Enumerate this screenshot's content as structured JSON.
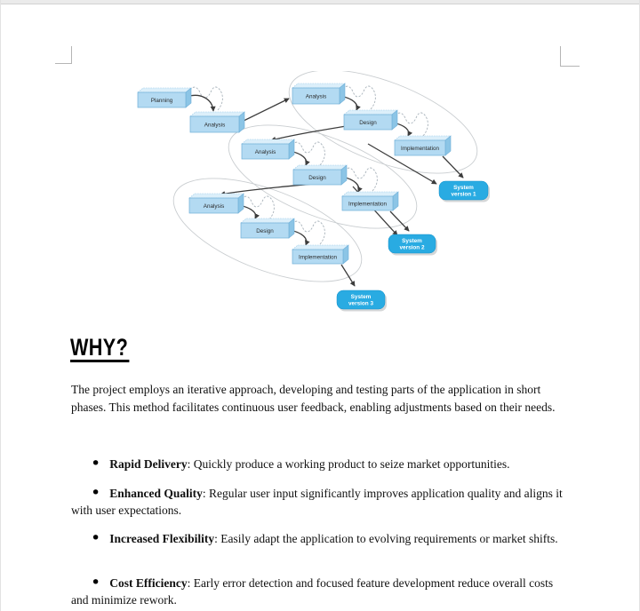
{
  "page": {
    "heading": "WHY?",
    "intro": "The project employs an iterative approach, developing and testing parts of the application in short phases. This method facilitates continuous user feedback, enabling adjustments based on their needs.",
    "bullet_char": "•",
    "bullets": [
      {
        "term": "Rapid Delivery",
        "rest": ": Quickly produce a working product to seize market opportunities."
      },
      {
        "term": "Enhanced Quality",
        "rest": ": Regular user input significantly improves application quality and aligns it with user expectations."
      },
      {
        "term": "Increased Flexibility",
        "rest": ": Easily adapt the application to evolving requirements or market shifts."
      },
      {
        "term": "Cost Efficiency",
        "rest": ": Early error detection and focused feature development reduce overall costs and minimize rework."
      }
    ]
  },
  "diagram": {
    "boxes": [
      {
        "id": "planning",
        "label": "Planning"
      },
      {
        "id": "analysis0",
        "label": "Analysis"
      },
      {
        "id": "analysis1",
        "label": "Analysis"
      },
      {
        "id": "design1",
        "label": "Design"
      },
      {
        "id": "impl1",
        "label": "Implementation"
      },
      {
        "id": "analysis2",
        "label": "Analysis"
      },
      {
        "id": "design2",
        "label": "Design"
      },
      {
        "id": "impl2",
        "label": "Implementation"
      },
      {
        "id": "analysis3",
        "label": "Analysis"
      },
      {
        "id": "design3",
        "label": "Design"
      },
      {
        "id": "impl3",
        "label": "Implementation"
      }
    ],
    "versions": [
      {
        "id": "sv1",
        "lines": [
          "System",
          "version 1"
        ]
      },
      {
        "id": "sv2",
        "lines": [
          "System",
          "version 2"
        ]
      },
      {
        "id": "sv3",
        "lines": [
          "System",
          "version 3"
        ]
      }
    ],
    "colors": {
      "box_fill": "#b3daf2",
      "box_top": "#dceffa",
      "box_side": "#8cc5e6",
      "box_border": "#6fafd8",
      "box_top_border": "#9ccae8",
      "version_fill": "#29abe2",
      "version_border": "#1691c9",
      "version_text": "#ffffff",
      "ellipse_stroke": "#c9cdd0",
      "arrow": "#3c3c3c",
      "squiggle": "#a9b3bb",
      "label_color": "#2b2b2b",
      "shadow": "#a9adb0"
    }
  }
}
